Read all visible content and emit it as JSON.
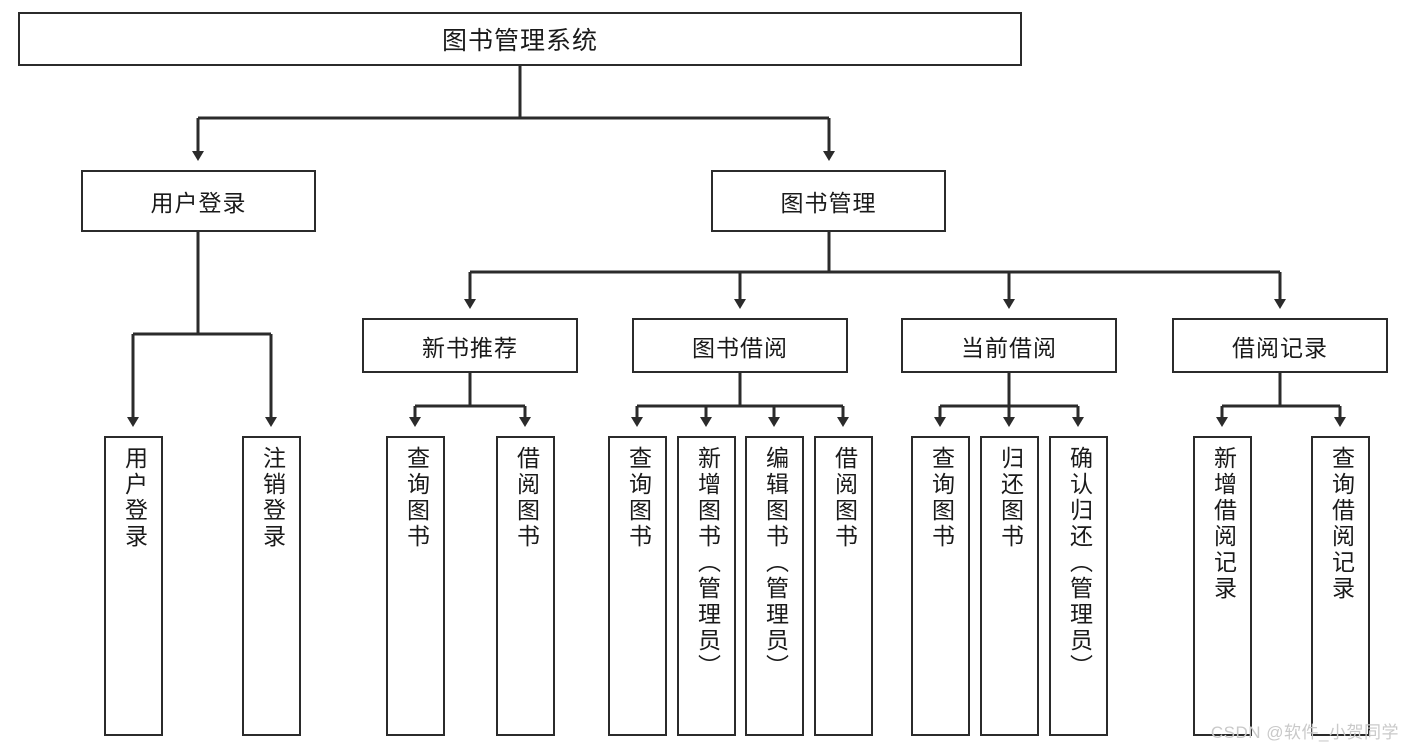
{
  "diagram": {
    "title": "图书管理系统",
    "type": "tree-hierarchy-chart",
    "colors": {
      "box_border": "#2b2b2b",
      "box_fill": "#ffffff",
      "connector": "#2b2b2b",
      "text": "#1a1a1a",
      "watermark": "#c9c9c9"
    },
    "root": {
      "label": "图书管理系统"
    },
    "level2": [
      {
        "label": "用户登录"
      },
      {
        "label": "图书管理"
      }
    ],
    "level3": [
      {
        "label": "新书推荐"
      },
      {
        "label": "图书借阅"
      },
      {
        "label": "当前借阅"
      },
      {
        "label": "借阅记录"
      }
    ],
    "leaves": {
      "user_login": [
        {
          "label": "用户登录"
        },
        {
          "label": "注销登录"
        }
      ],
      "new_book_recommend": [
        {
          "label": "查询图书"
        },
        {
          "label": "借阅图书"
        }
      ],
      "book_borrow": [
        {
          "label": "查询图书"
        },
        {
          "label": "新增图书（管理员）"
        },
        {
          "label": "编辑图书（管理员）"
        },
        {
          "label": "借阅图书"
        }
      ],
      "current_borrow": [
        {
          "label": "查询图书"
        },
        {
          "label": "归还图书"
        },
        {
          "label": "确认归还（管理员）"
        }
      ],
      "borrow_records": [
        {
          "label": "新增借阅记录"
        },
        {
          "label": "查询借阅记录"
        }
      ]
    }
  },
  "watermark": {
    "text": "CSDN @软件_小贺同学"
  }
}
